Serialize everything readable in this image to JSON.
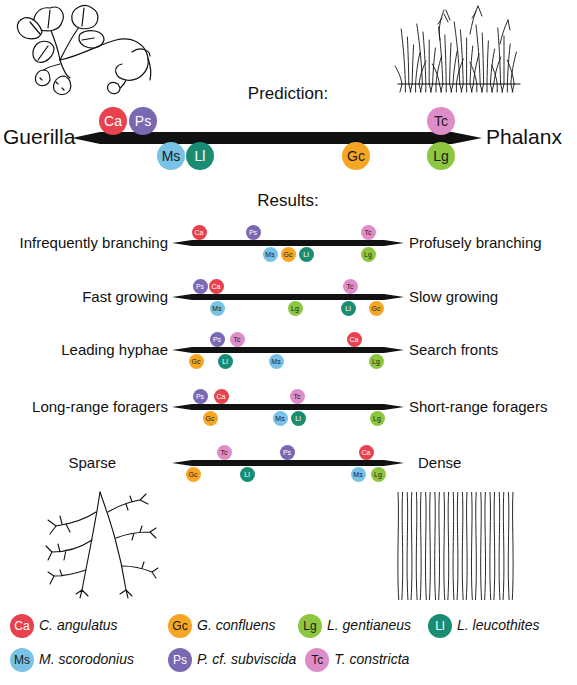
{
  "diagram": {
    "nodes": [
      {
        "text": [
          "Ca"
        ]
      },
      {
        "text": [
          "Ps"
        ]
      },
      {
        "text": [
          "Tc"
        ]
      },
      {
        "text": [
          "Ms"
        ]
      },
      {
        "text": [
          "Ll"
        ]
      },
      {
        "text": [
          "Gc"
        ]
      },
      {
        "text": [
          "Lg"
        ]
      },
      {
        "text": [
          "Ca"
        ]
      },
      {
        "text": [
          "Ps"
        ]
      },
      {
        "text": [
          "Tc"
        ]
      },
      {
        "text": [
          "Ms"
        ]
      },
      {
        "text": [
          "Gc"
        ]
      },
      {
        "text": [
          "Ll"
        ]
      },
      {
        "text": [
          "Lg"
        ]
      },
      {
        "text": [
          "Ps"
        ]
      },
      {
        "text": [
          "Ca"
        ]
      },
      {
        "text": [
          "Tc"
        ]
      },
      {
        "text": [
          "Ms"
        ]
      },
      {
        "text": [
          "Lg"
        ]
      },
      {
        "text": [
          "Ll"
        ]
      },
      {
        "text": [
          "Gc"
        ]
      },
      {
        "text": [
          "Ps"
        ]
      },
      {
        "text": [
          "Tc"
        ]
      },
      {
        "text": [
          "Ca"
        ]
      },
      {
        "text": [
          "Gc"
        ]
      },
      {
        "text": [
          "Ll"
        ]
      },
      {
        "text": [
          "Ms"
        ]
      },
      {
        "text": [
          "Lg"
        ]
      },
      {
        "text": [
          "Ps"
        ]
      },
      {
        "text": [
          "Ca"
        ]
      },
      {
        "text": [
          "Tc"
        ]
      },
      {
        "text": [
          "Gc"
        ]
      },
      {
        "text": [
          "Ms"
        ]
      },
      {
        "text": [
          "Ll"
        ]
      },
      {
        "text": [
          "Lg"
        ]
      },
      {
        "text": [
          "Tc"
        ]
      },
      {
        "text": [
          "Ps"
        ]
      },
      {
        "text": [
          "Ca"
        ]
      },
      {
        "text": [
          "Gc"
        ]
      },
      {
        "text": [
          "Ll"
        ]
      },
      {
        "text": [
          "Ms"
        ]
      },
      {
        "text": [
          "Lg"
        ]
      }
    ],
    "labels": [
      "Prediction:",
      "Guerilla",
      "Phalanx",
      "Results:",
      "Infrequently branching",
      "Profusely branching",
      "Fast growing",
      "Slow growing",
      "Leading hyphae",
      "Search fronts",
      "Long-range foragers",
      "Short-range foragers",
      "Sparse",
      "Dense",
      "Ca",
      "Gc",
      "Lg",
      "Ll",
      "Ms",
      "Ps",
      "Tc"
    ],
    "legend": [
      {
        "text": "C. angulatus",
        "color": "#e8424f"
      },
      {
        "text": "G. confluens",
        "color": "#f6a623"
      },
      {
        "text": "L. gentianeus",
        "color": "#8dc63f"
      },
      {
        "text": "L. leucothites",
        "color": "#1b8c74"
      },
      {
        "text": "M. scorodonius",
        "color": "#78c2e6"
      },
      {
        "text": "P. cf. subviscida",
        "color": "#7a68b3"
      },
      {
        "text": "T. constricta",
        "color": "#df8dc9"
      }
    ]
  }
}
